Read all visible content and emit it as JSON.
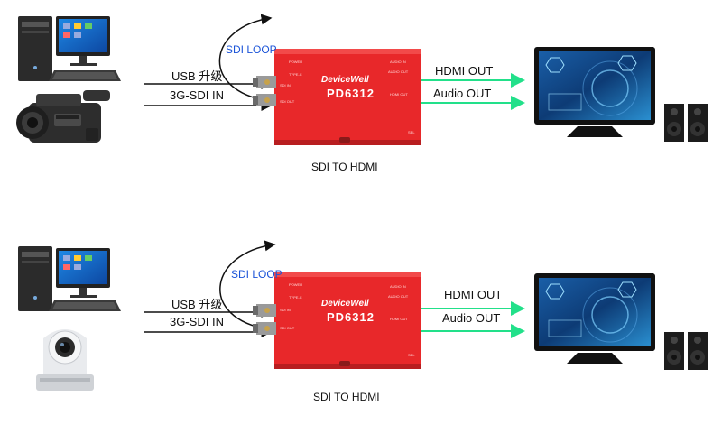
{
  "colors": {
    "device_red": "#e8282a",
    "output_arrow": "#22e08a",
    "input_arrow": "#111111",
    "loop_label": "#1b54d8"
  },
  "scenes": [
    {
      "source_device": "camcorder-icon",
      "usb_label": "USB 升级",
      "sdi_in_label": "3G-SDI IN",
      "loop_label": "SDI LOOP",
      "device_brand": "DeviceWell",
      "device_model": "PD6312",
      "hdmi_out_label": "HDMI OUT",
      "audio_out_label": "Audio OUT",
      "caption": "SDI TO HDMI",
      "panel_labels": {
        "power": "POWER",
        "type_c": "TYPE-C",
        "sdi_in": "SDI IN",
        "sdi_out": "SDI OUT",
        "audio_in": "AUDIO IN",
        "audio_out": "AUDIO OUT",
        "hdmi_out": "HDMI OUT",
        "sel": "SEL"
      }
    },
    {
      "source_device": "ptz-camera-icon",
      "usb_label": "USB 升级",
      "sdi_in_label": "3G-SDI IN",
      "loop_label": "SDI LOOP",
      "device_brand": "DeviceWell",
      "device_model": "PD6312",
      "hdmi_out_label": "HDMI OUT",
      "audio_out_label": "Audio OUT",
      "caption": "SDI TO HDMI",
      "panel_labels": {
        "power": "POWER",
        "type_c": "TYPE-C",
        "sdi_in": "SDI IN",
        "sdi_out": "SDI OUT",
        "audio_in": "AUDIO IN",
        "audio_out": "AUDIO OUT",
        "hdmi_out": "HDMI OUT",
        "sel": "SEL"
      }
    }
  ]
}
